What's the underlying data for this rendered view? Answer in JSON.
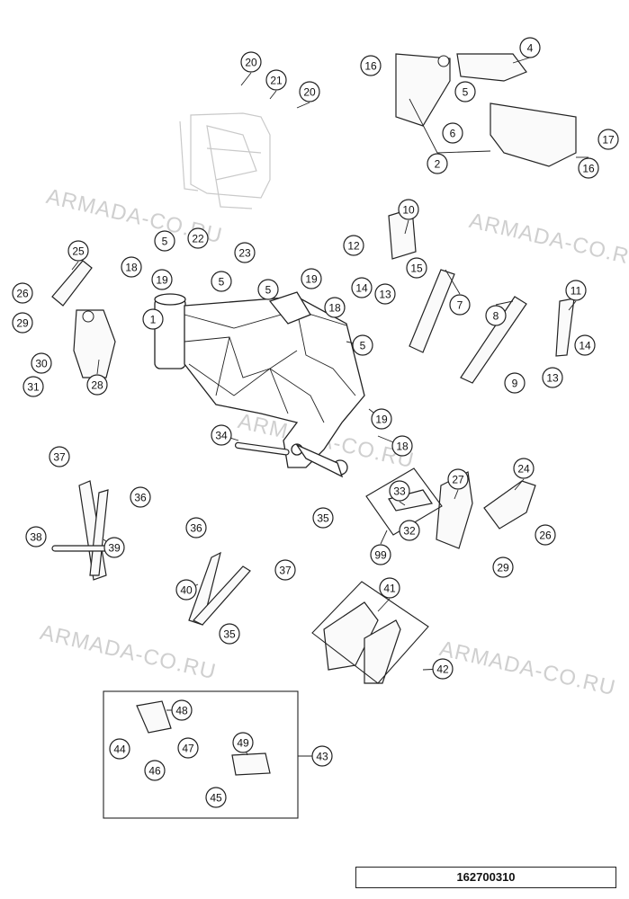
{
  "watermark": "ARMADA-CO.RU",
  "document_number": "162700310",
  "callouts": [
    {
      "label": "20"
    },
    {
      "label": "21"
    },
    {
      "label": "20"
    },
    {
      "label": "16"
    },
    {
      "label": "4"
    },
    {
      "label": "5"
    },
    {
      "label": "6"
    },
    {
      "label": "2"
    },
    {
      "label": "17"
    },
    {
      "label": "16"
    },
    {
      "label": "10"
    },
    {
      "label": "22"
    },
    {
      "label": "23"
    },
    {
      "label": "5"
    },
    {
      "label": "25"
    },
    {
      "label": "18"
    },
    {
      "label": "19"
    },
    {
      "label": "12"
    },
    {
      "label": "15"
    },
    {
      "label": "14"
    },
    {
      "label": "13"
    },
    {
      "label": "11"
    },
    {
      "label": "26"
    },
    {
      "label": "5"
    },
    {
      "label": "5"
    },
    {
      "label": "19"
    },
    {
      "label": "18"
    },
    {
      "label": "7"
    },
    {
      "label": "8"
    },
    {
      "label": "29"
    },
    {
      "label": "1"
    },
    {
      "label": "5"
    },
    {
      "label": "14"
    },
    {
      "label": "30"
    },
    {
      "label": "28"
    },
    {
      "label": "31"
    },
    {
      "label": "13"
    },
    {
      "label": "9"
    },
    {
      "label": "19"
    },
    {
      "label": "18"
    },
    {
      "label": "34"
    },
    {
      "label": "37"
    },
    {
      "label": "24"
    },
    {
      "label": "27"
    },
    {
      "label": "33"
    },
    {
      "label": "36"
    },
    {
      "label": "35"
    },
    {
      "label": "32"
    },
    {
      "label": "36"
    },
    {
      "label": "26"
    },
    {
      "label": "38"
    },
    {
      "label": "39"
    },
    {
      "label": "99"
    },
    {
      "label": "29"
    },
    {
      "label": "37"
    },
    {
      "label": "40"
    },
    {
      "label": "41"
    },
    {
      "label": "35"
    },
    {
      "label": "42"
    },
    {
      "label": "48"
    },
    {
      "label": "49"
    },
    {
      "label": "44"
    },
    {
      "label": "47"
    },
    {
      "label": "43"
    },
    {
      "label": "46"
    },
    {
      "label": "45"
    }
  ]
}
